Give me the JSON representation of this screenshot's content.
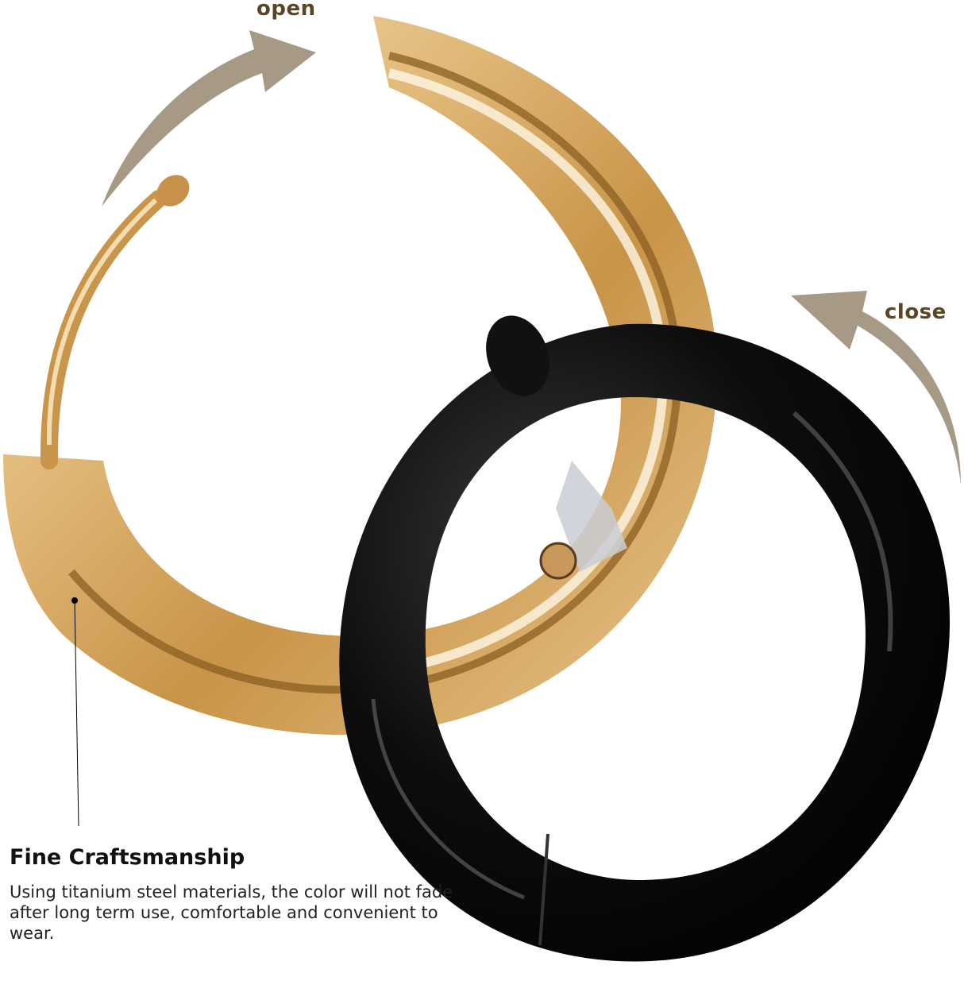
{
  "labels": {
    "open": "open",
    "close": "close"
  },
  "feature": {
    "title": "Fine Craftsmanship",
    "description": "Using titanium steel materials, the color will not fade after long term use, comfortable and convenient to wear."
  },
  "colors": {
    "background": "#ffffff",
    "arrow": "#a69a87",
    "label_text": "#5a4526",
    "gold_light": "#f8e6c4",
    "gold_mid": "#d7ac68",
    "gold_dark": "#8a5f22",
    "black_ring": "#0a0a0a",
    "hinge_silver": "#c9ccd3"
  }
}
